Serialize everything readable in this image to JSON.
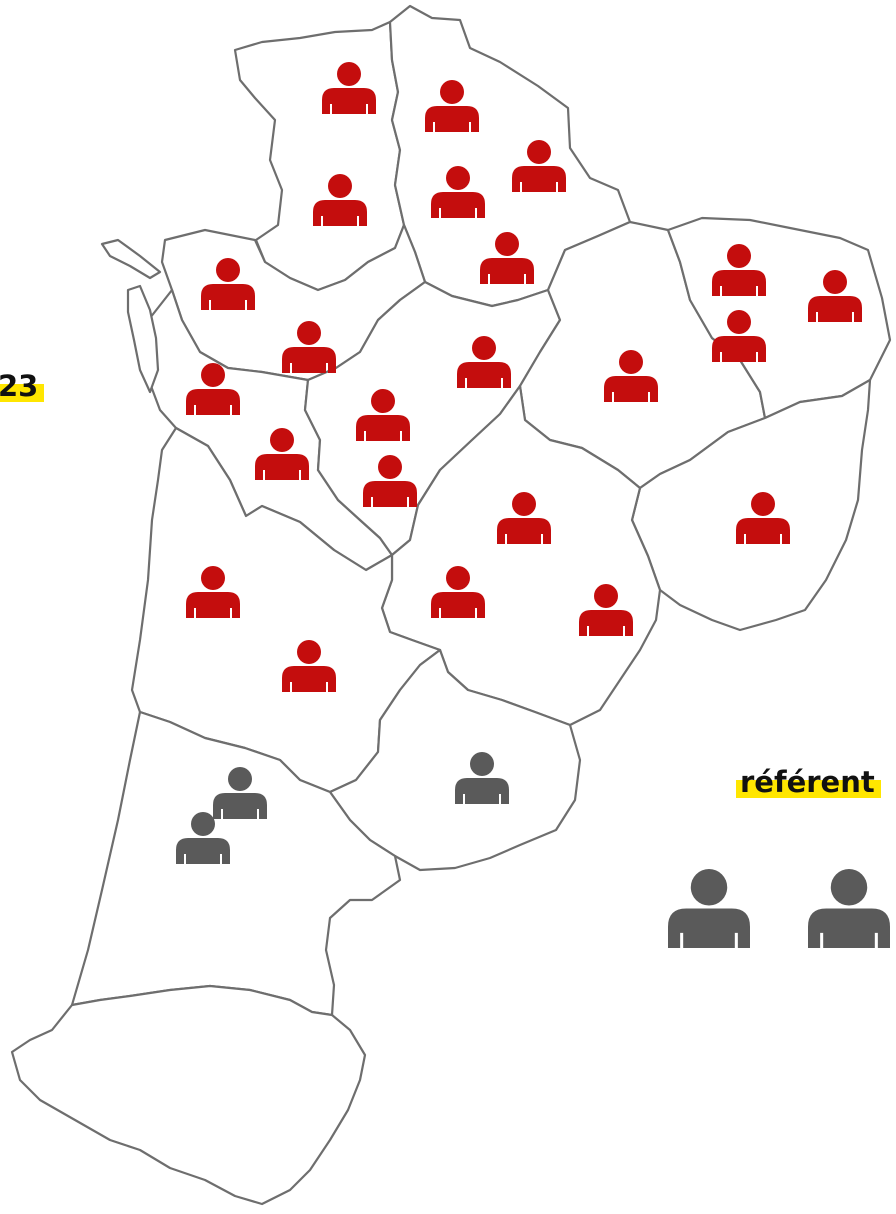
{
  "labels": {
    "year_fragment": "23",
    "referents_fragment": "référent"
  },
  "colors": {
    "active": "#c40d0d",
    "inactive": "#5a5a5a",
    "highlight": "#ffe600",
    "border": "#6e6e6e"
  },
  "legend": {
    "icon": "person-icon",
    "count": 2,
    "color": "inactive"
  },
  "departments": [
    {
      "id": "deux-sevres-north",
      "referents": {
        "active": 2,
        "inactive": 0
      }
    },
    {
      "id": "vienne",
      "referents": {
        "active": 4,
        "inactive": 0
      }
    },
    {
      "id": "vendee-coast",
      "referents": {
        "active": 1,
        "inactive": 0
      }
    },
    {
      "id": "charente-maritime",
      "referents": {
        "active": 3,
        "inactive": 0
      }
    },
    {
      "id": "charente",
      "referents": {
        "active": 3,
        "inactive": 0
      }
    },
    {
      "id": "haute-vienne",
      "referents": {
        "active": 1,
        "inactive": 0
      }
    },
    {
      "id": "creuse",
      "referents": {
        "active": 3,
        "inactive": 0
      }
    },
    {
      "id": "correze",
      "referents": {
        "active": 1,
        "inactive": 0
      }
    },
    {
      "id": "dordogne",
      "referents": {
        "active": 3,
        "inactive": 0
      }
    },
    {
      "id": "gironde",
      "referents": {
        "active": 2,
        "inactive": 0
      }
    },
    {
      "id": "lot-et-garonne",
      "referents": {
        "active": 0,
        "inactive": 1
      }
    },
    {
      "id": "landes",
      "referents": {
        "active": 0,
        "inactive": 1
      }
    },
    {
      "id": "pyrenees-atlantiques",
      "referents": {
        "active": 0,
        "inactive": 1
      }
    }
  ]
}
